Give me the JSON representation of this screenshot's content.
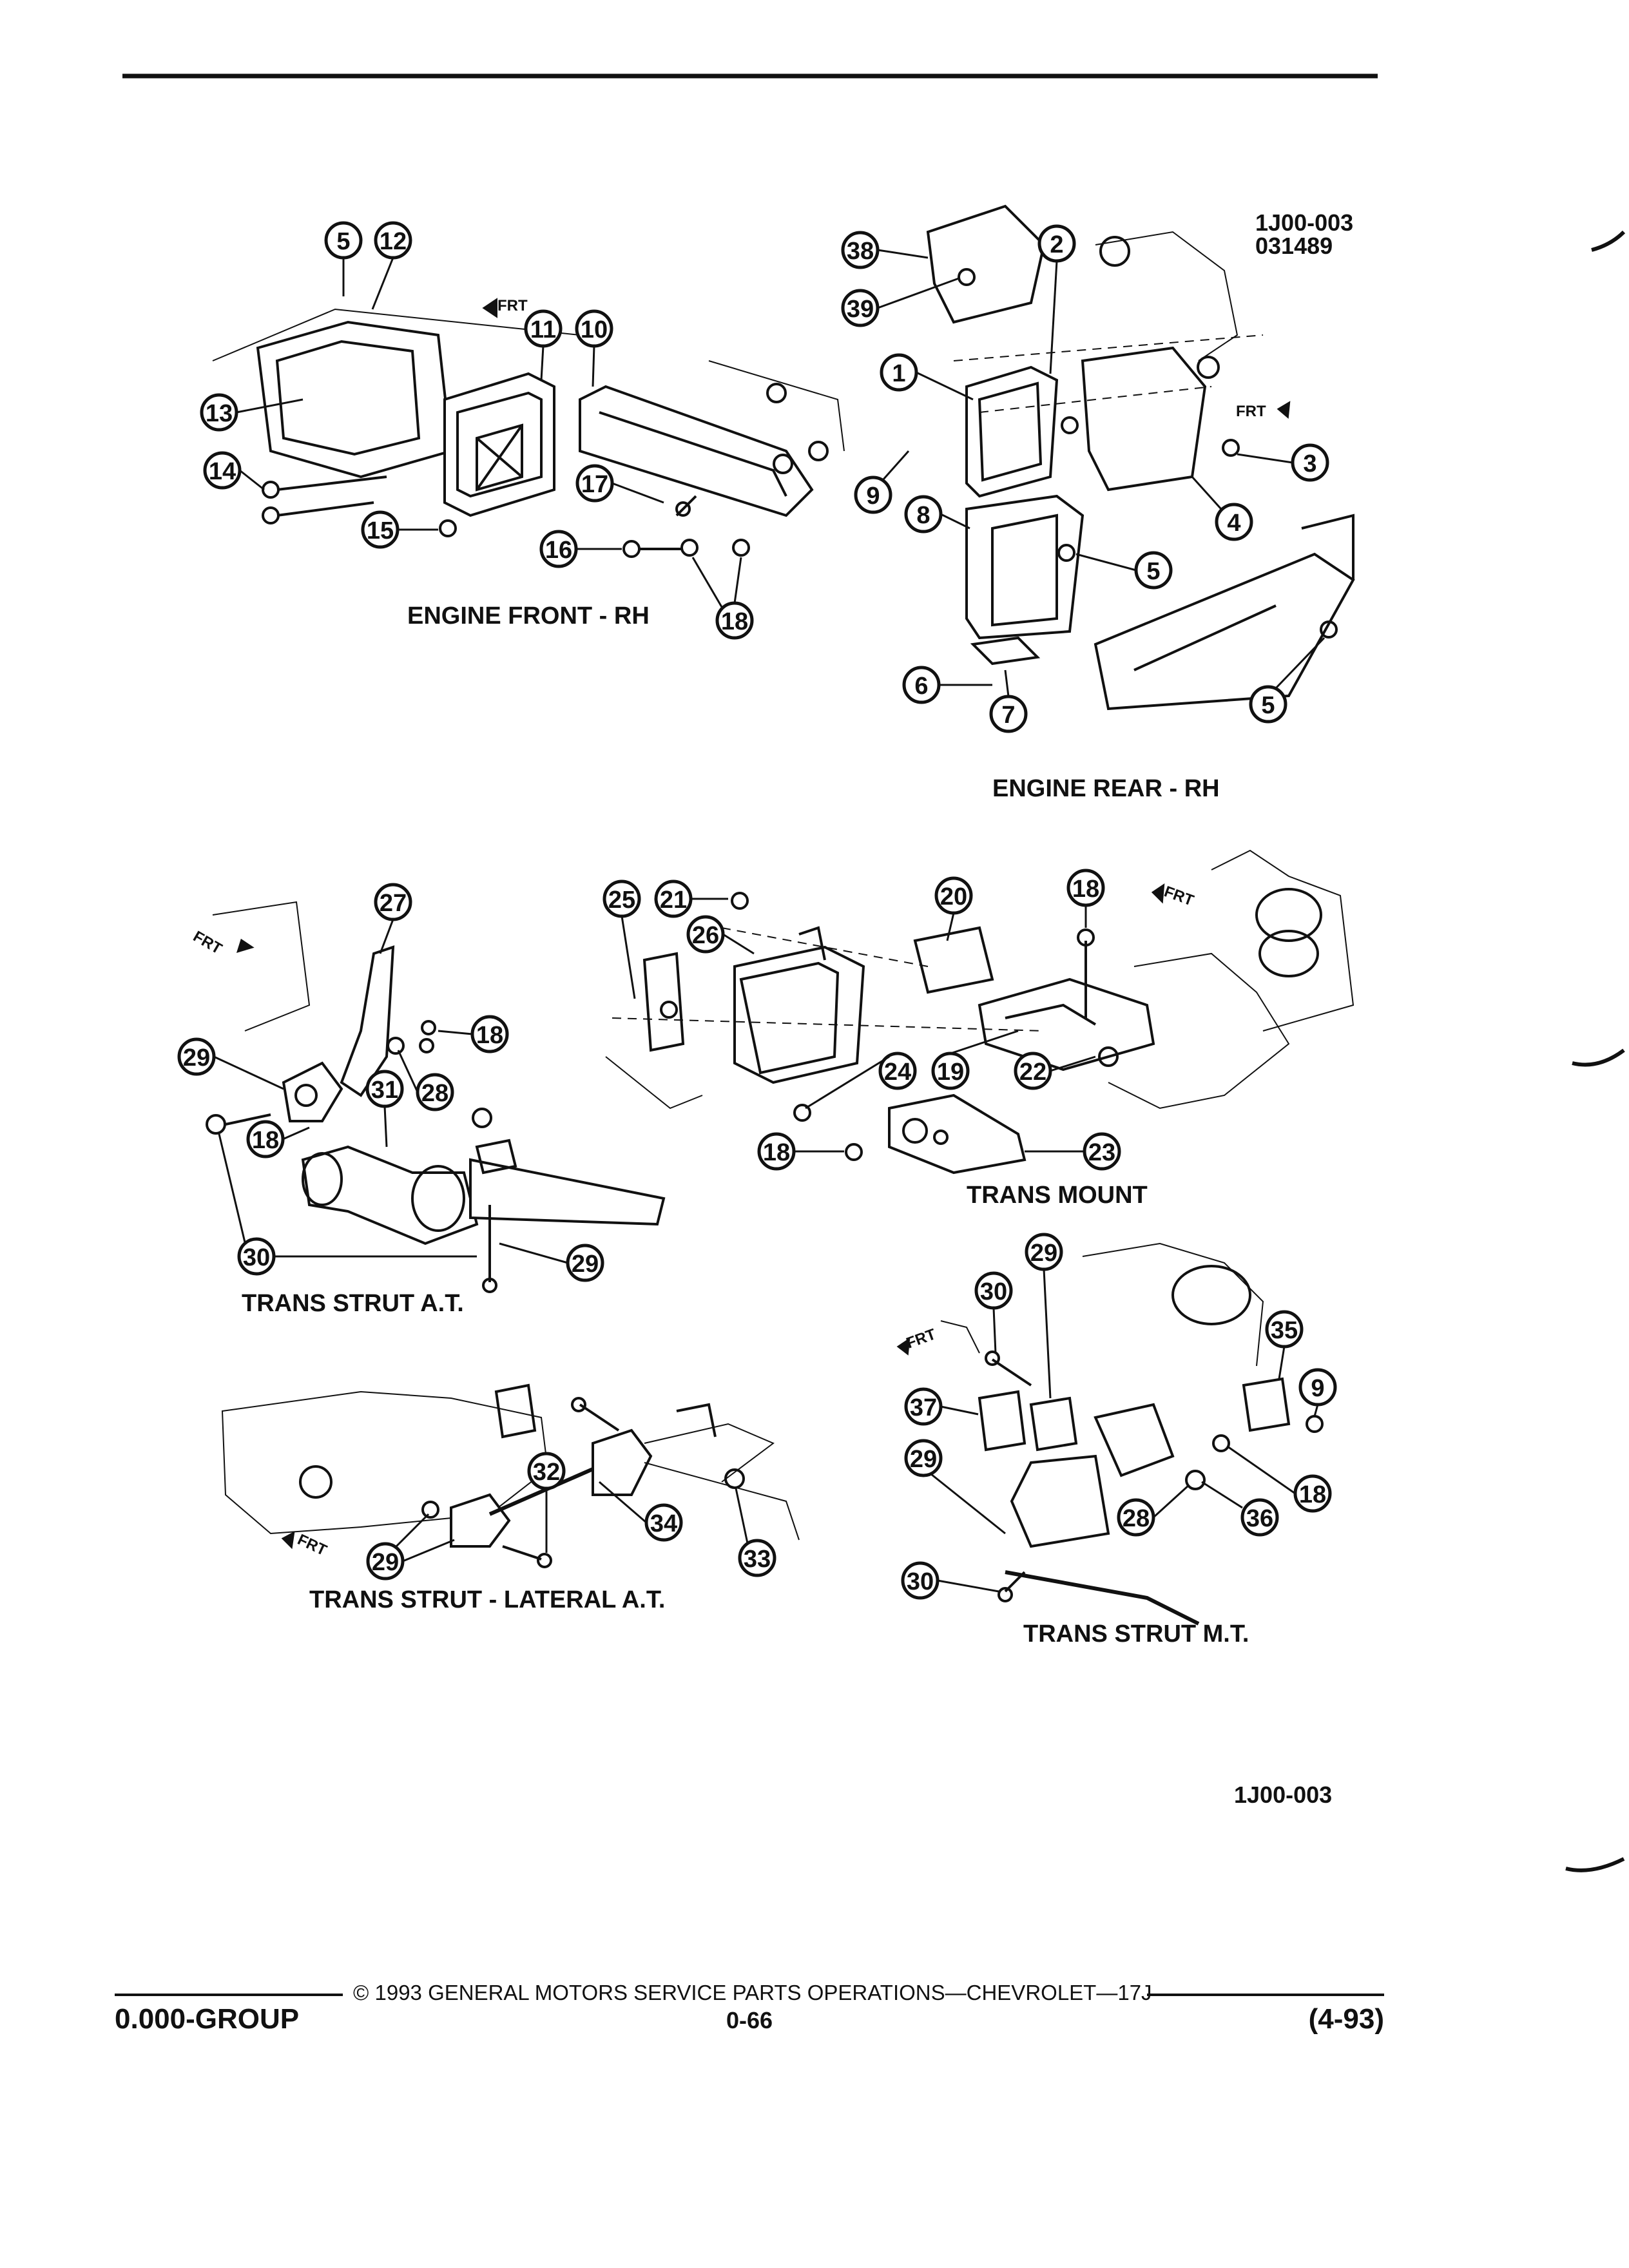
{
  "drawing_id": "1J00-003",
  "drawing_date": "031489",
  "front_arrow_label": "FRT",
  "section_labels": {
    "engine_front_rh": "ENGINE FRONT - RH",
    "engine_rear_rh": "ENGINE REAR - RH",
    "trans_mount": "TRANS MOUNT",
    "trans_strut_at": "TRANS STRUT A.T.",
    "trans_strut_lateral_at": "TRANS STRUT - LATERAL A.T.",
    "trans_strut_mt": "TRANS STRUT M.T."
  },
  "bottom_ref": "1J00-003",
  "footer": {
    "copyright": "© 1993 GENERAL MOTORS SERVICE PARTS OPERATIONS—CHEVROLET—17J",
    "group": "0.000-GROUP",
    "page": "0-66",
    "revision": "(4-93)"
  },
  "callouts": {
    "engine_front": [
      "5",
      "12",
      "11",
      "10",
      "13",
      "14",
      "15",
      "16",
      "17",
      "18"
    ],
    "engine_rear": [
      "38",
      "39",
      "2",
      "1",
      "9",
      "8",
      "3",
      "4",
      "5",
      "5",
      "6",
      "7"
    ],
    "trans_strut_at": [
      "27",
      "18",
      "29",
      "18",
      "31",
      "28",
      "30",
      "29"
    ],
    "trans_mount": [
      "25",
      "21",
      "26",
      "20",
      "18",
      "24",
      "19",
      "22",
      "18",
      "23"
    ],
    "trans_strut_lateral": [
      "32",
      "34",
      "33",
      "29"
    ],
    "trans_strut_mt": [
      "29",
      "30",
      "35",
      "9",
      "37",
      "18",
      "29",
      "28",
      "36",
      "30"
    ]
  }
}
